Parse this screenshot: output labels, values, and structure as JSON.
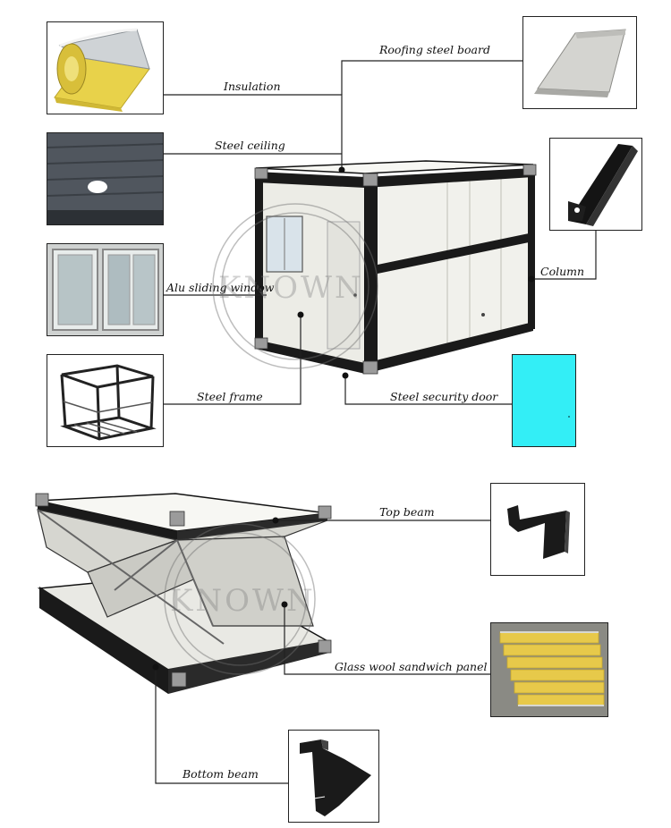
{
  "labels": {
    "insulation": "Insulation",
    "roofing_steel_board": "Roofing steel board",
    "steel_ceiling": "Steel ceiling",
    "column": "Column",
    "alu_sliding_window": "Alu sliding window",
    "steel_frame": "Steel frame",
    "steel_security_door": "Steel security door",
    "top_beam": "Top beam",
    "glass_wool_sandwich_panel": "Glass wool sandwich panel",
    "bottom_beam": "Bottom beam"
  },
  "watermark": {
    "text": "KNOWN"
  },
  "colors": {
    "door_swatch": "#33eef6",
    "insulation_yellow": "#e8d24a",
    "frame_black": "#1a1a1a",
    "panel_grey": "#e6e6e0"
  }
}
